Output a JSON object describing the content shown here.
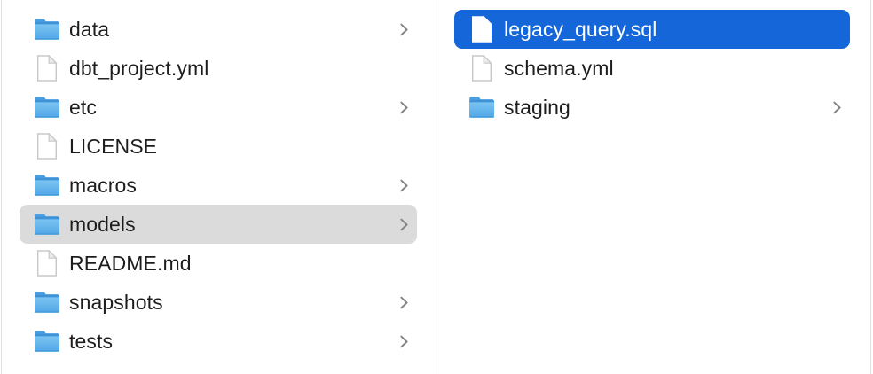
{
  "app": {
    "view": "finder-column-view"
  },
  "colors": {
    "selection_blue": "#1567D9",
    "selection_gray": "#DBDBDB",
    "text": "#1D1D1F",
    "text_selected": "#FFFFFF",
    "divider": "#E2E2E2",
    "folder_top": "#83C9F4",
    "folder_bottom": "#50A7E6",
    "chevron": "#84848A"
  },
  "columns": [
    {
      "name": "column-1",
      "items": [
        {
          "label": "data",
          "type": "folder",
          "has_chevron": true,
          "selected": false
        },
        {
          "label": "dbt_project.yml",
          "type": "file",
          "has_chevron": false,
          "selected": false
        },
        {
          "label": "etc",
          "type": "folder",
          "has_chevron": true,
          "selected": false
        },
        {
          "label": "LICENSE",
          "type": "file",
          "has_chevron": false,
          "selected": false
        },
        {
          "label": "macros",
          "type": "folder",
          "has_chevron": true,
          "selected": false
        },
        {
          "label": "models",
          "type": "folder",
          "has_chevron": true,
          "selected": "gray"
        },
        {
          "label": "README.md",
          "type": "file",
          "has_chevron": false,
          "selected": false
        },
        {
          "label": "snapshots",
          "type": "folder",
          "has_chevron": true,
          "selected": false
        },
        {
          "label": "tests",
          "type": "folder",
          "has_chevron": true,
          "selected": false
        }
      ]
    },
    {
      "name": "column-2",
      "items": [
        {
          "label": "legacy_query.sql",
          "type": "file",
          "has_chevron": false,
          "selected": "blue"
        },
        {
          "label": "schema.yml",
          "type": "file",
          "has_chevron": false,
          "selected": false
        },
        {
          "label": "staging",
          "type": "folder",
          "has_chevron": true,
          "selected": false
        }
      ]
    }
  ]
}
